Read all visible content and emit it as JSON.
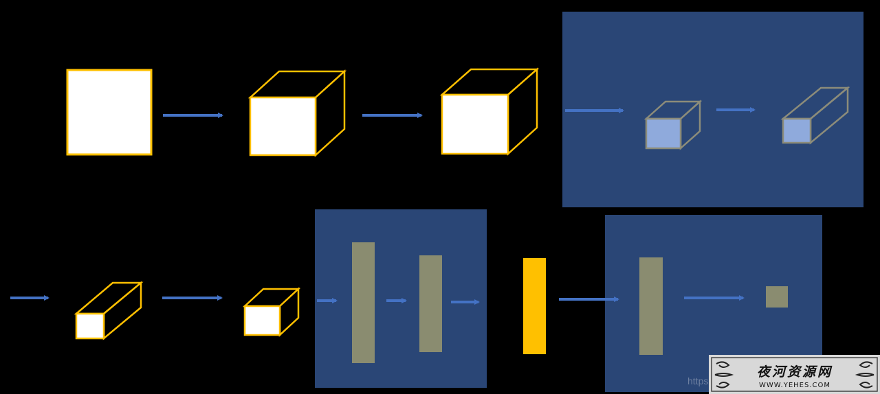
{
  "colors": {
    "background": "#000000",
    "panel": "#2a4676",
    "arrow": "#4472c4",
    "outline_gold": "#ffc000",
    "face_white": "#ffffff",
    "face_blue": "#8faadc",
    "outline_gray": "#8c8c7a",
    "bar_olive": "#8a8c70",
    "bar_gold": "#ffc000"
  },
  "watermark": {
    "brand": "夜河资源网",
    "url": "WWW.YEHES.COM",
    "faint_url": "https://blog.csdn.net"
  }
}
